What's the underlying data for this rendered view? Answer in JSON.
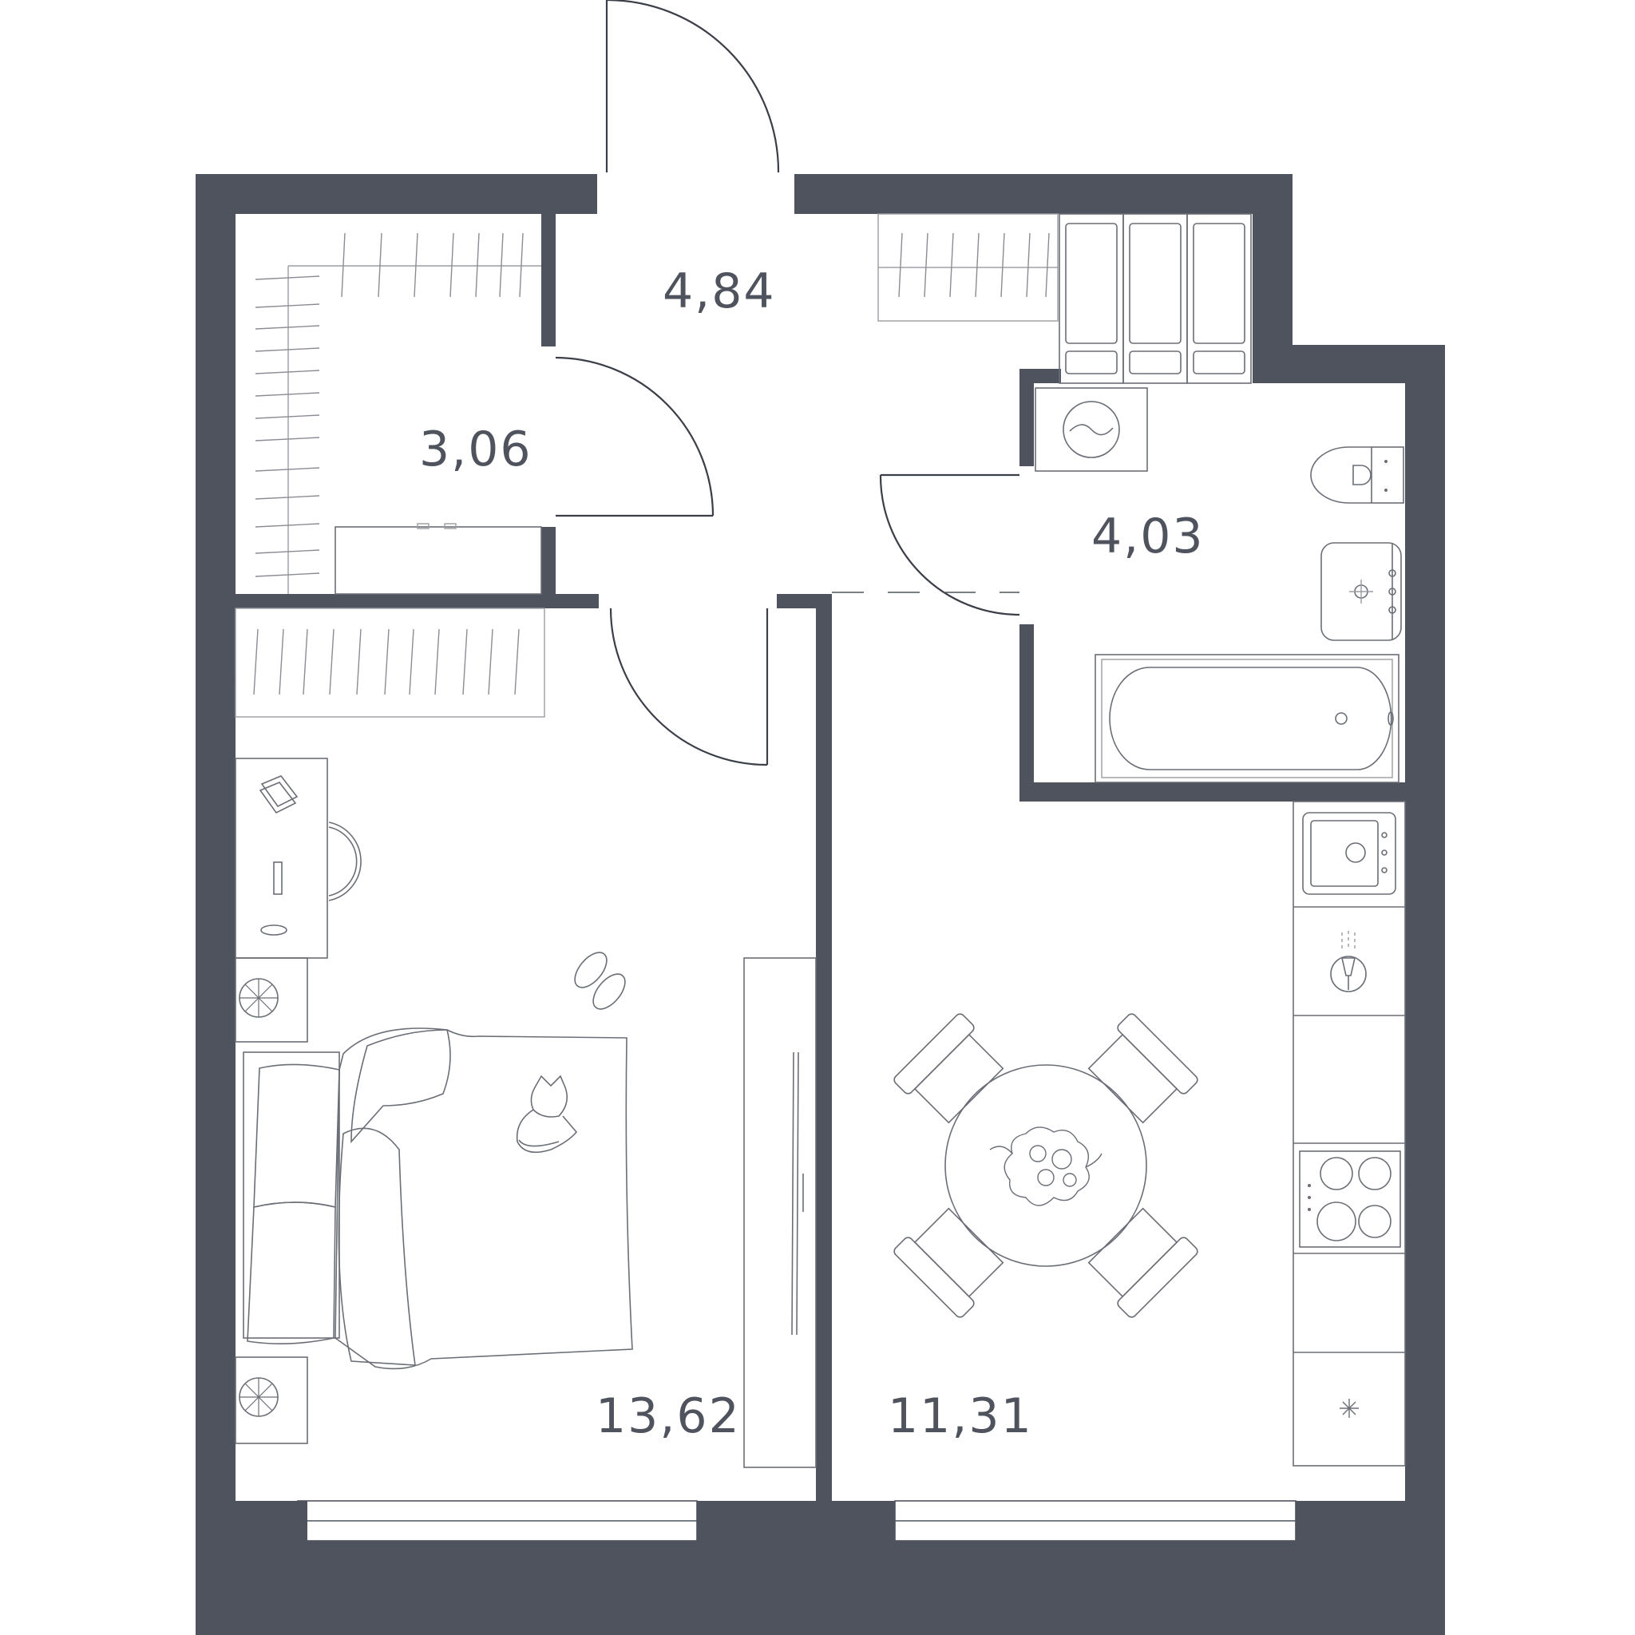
{
  "colors": {
    "wall": "#4f535d",
    "background": "#ffffff",
    "line": "#6a6e76"
  },
  "rooms": [
    {
      "id": "hall",
      "area": "4,84"
    },
    {
      "id": "wardrobe",
      "area": "3,06"
    },
    {
      "id": "bathroom",
      "area": "4,03"
    },
    {
      "id": "bedroom",
      "area": "13,62"
    },
    {
      "id": "kitchen-living",
      "area": "11,31"
    }
  ],
  "icons": [
    "door-swing-icon",
    "wardrobe-icon",
    "washing-machine-icon",
    "toilet-icon",
    "sink-icon",
    "bathtub-icon",
    "bed-icon",
    "desk-icon",
    "chair-icon",
    "slippers-icon",
    "cat-icon",
    "tv-icon",
    "dining-table-icon",
    "stove-icon",
    "kitchen-sink-icon",
    "tap-icon",
    "window-icon"
  ]
}
